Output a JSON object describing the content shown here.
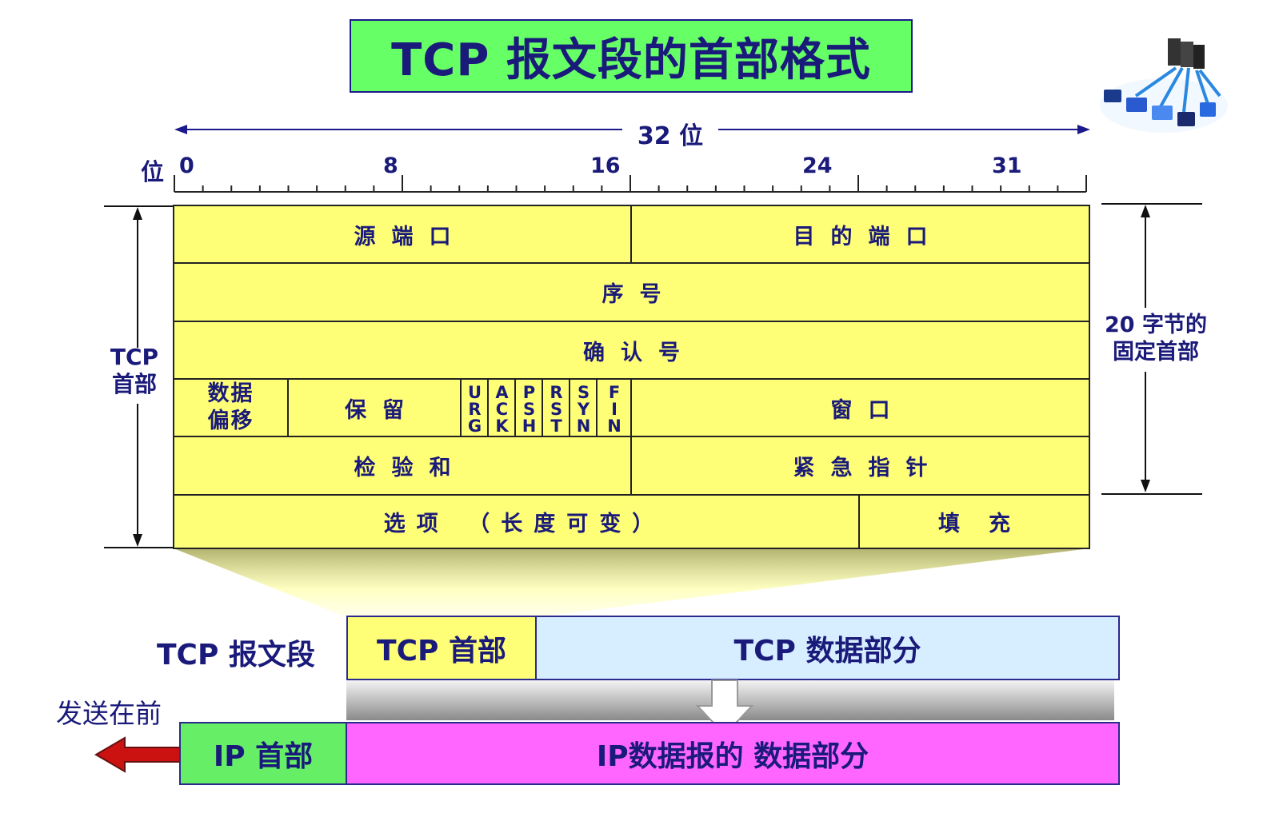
{
  "title": "TCP 报文段的首部格式",
  "ruler": {
    "width_label": "32 位",
    "axis_label": "位",
    "ticks": [
      "0",
      "8",
      "16",
      "24",
      "31"
    ]
  },
  "side": {
    "left_label": [
      "TCP",
      "首部"
    ],
    "right_label": [
      "20 字节的",
      "固定首部"
    ]
  },
  "header_fields": {
    "src_port": "源端口",
    "dst_port": "目的端口",
    "seq": "序号",
    "ack": "确认号",
    "data_offset": [
      "数据",
      "偏移"
    ],
    "reserved": "保留",
    "flags": [
      "URG",
      "ACK",
      "PSH",
      "RST",
      "SYN",
      "FIN"
    ],
    "window": "窗口",
    "checksum": "检验和",
    "urgent": "紧急指针",
    "options": "选项 （长度可变）",
    "padding": "填充"
  },
  "segment": {
    "label": "TCP 报文段",
    "tcp_header": "TCP 首部",
    "tcp_data": "TCP 数据部分"
  },
  "ip": {
    "send_first": "发送在前",
    "ip_header": "IP 首部",
    "ip_data": "IP数据报的 数据部分"
  },
  "colors": {
    "title_bg": "#66ff66",
    "field_bg": "#ffff77",
    "tcp_data_bg": "#d6eeff",
    "ip_header_bg": "#66ee66",
    "ip_data_bg": "#ff66ff",
    "text": "#1a1a7a",
    "arrow_red": "#cc1111"
  }
}
